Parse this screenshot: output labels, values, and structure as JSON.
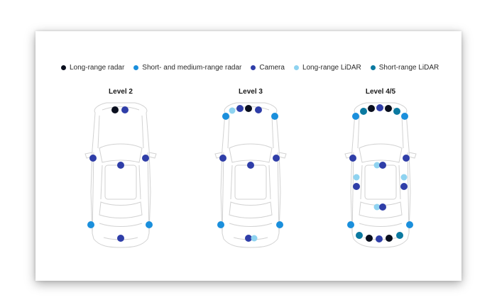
{
  "colors": {
    "long_range_radar": "#0a0f1e",
    "short_medium_radar": "#1a8fdc",
    "camera": "#2f3ea8",
    "long_range_lidar": "#8fd3f0",
    "short_range_lidar": "#0b79a0"
  },
  "legend": [
    {
      "label": "Long-range radar",
      "color_key": "long_range_radar"
    },
    {
      "label": "Short- and medium-range radar",
      "color_key": "short_medium_radar"
    },
    {
      "label": "Camera",
      "color_key": "camera"
    },
    {
      "label": "Long-range LiDAR",
      "color_key": "long_range_lidar"
    },
    {
      "label": "Short-range LiDAR",
      "color_key": "short_range_lidar"
    }
  ],
  "levels": [
    {
      "title": "Level 2"
    },
    {
      "title": "Level 3"
    },
    {
      "title": "Level 4/5"
    }
  ]
}
